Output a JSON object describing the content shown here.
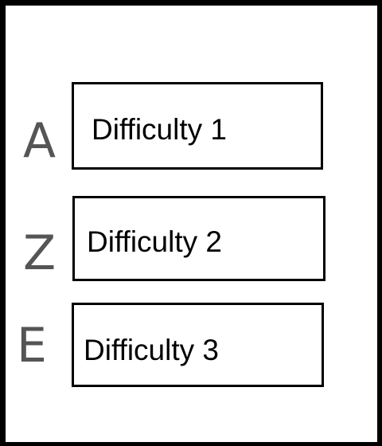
{
  "menu": {
    "options": [
      {
        "key": "A",
        "label": "Difficulty 1"
      },
      {
        "key": "Z",
        "label": "Difficulty 2"
      },
      {
        "key": "E",
        "label": "Difficulty 3"
      }
    ]
  }
}
